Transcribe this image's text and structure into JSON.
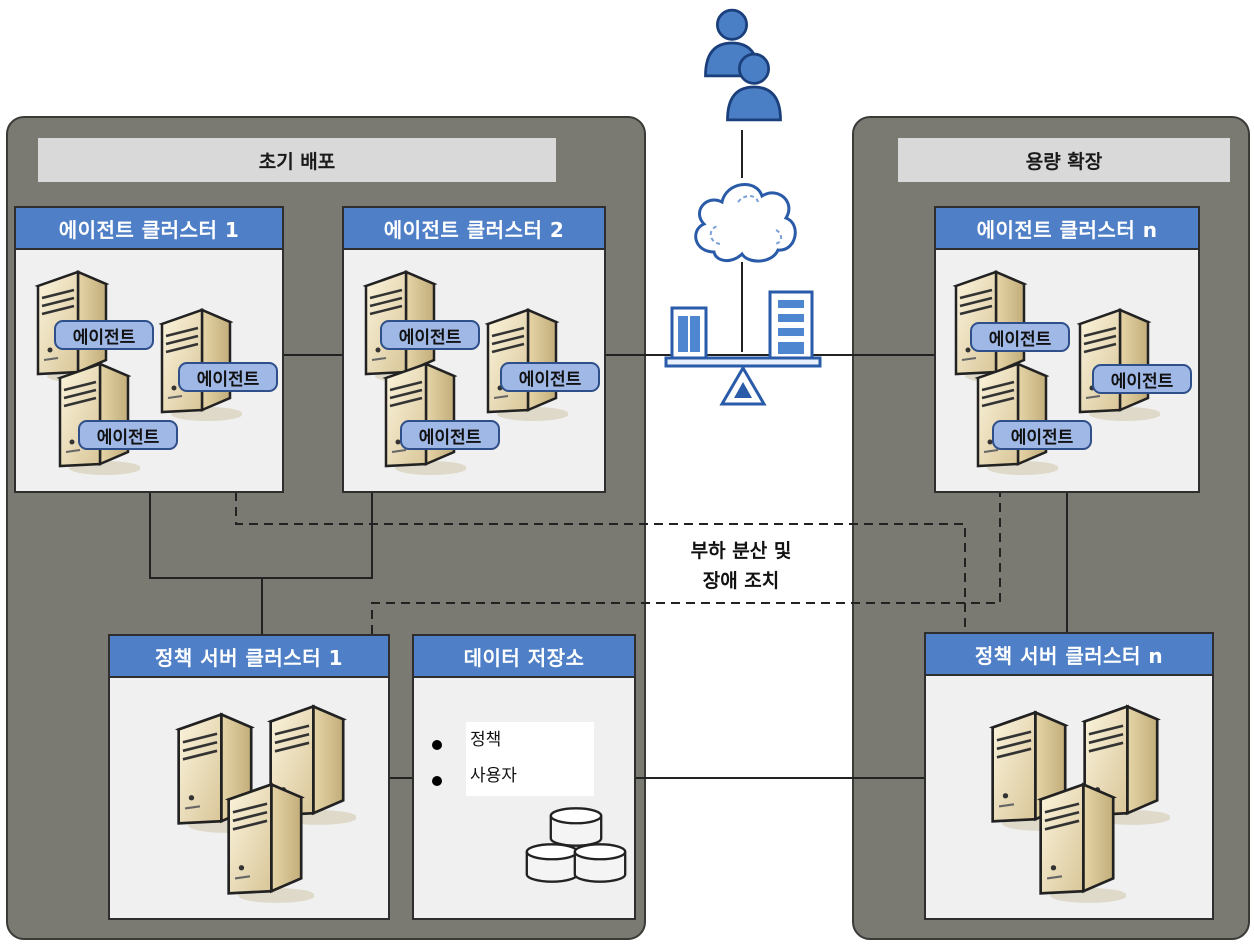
{
  "regions": {
    "initial": {
      "title": "초기 배포"
    },
    "scale": {
      "title": "용량 확장"
    }
  },
  "clusters": {
    "agent1": {
      "title": "에이전트 클러스터 1",
      "agents": [
        "에이전트",
        "에이전트",
        "에이전트"
      ]
    },
    "agent2": {
      "title": "에이전트 클러스터 2",
      "agents": [
        "에이전트",
        "에이전트",
        "에이전트"
      ]
    },
    "agentN": {
      "title": "에이전트 클러스터 n",
      "agents": [
        "에이전트",
        "에이전트",
        "에이전트"
      ]
    },
    "policy1": {
      "title": "정책 서버 클러스터 1"
    },
    "policyN": {
      "title": "정책 서버 클러스터 n"
    },
    "datastore": {
      "title": "데이터 저장소",
      "items": [
        "정책",
        "사용자"
      ]
    }
  },
  "load_balancing": {
    "line1": "부하 분산 및",
    "line2": "장애 조치"
  },
  "colors": {
    "region_bg": "#7a7a72",
    "panel_header": "#4f7fc6",
    "agent_label": "#9fb8e6",
    "server_body": "#f1e3c0",
    "user_icon": "#4a7fc6"
  }
}
